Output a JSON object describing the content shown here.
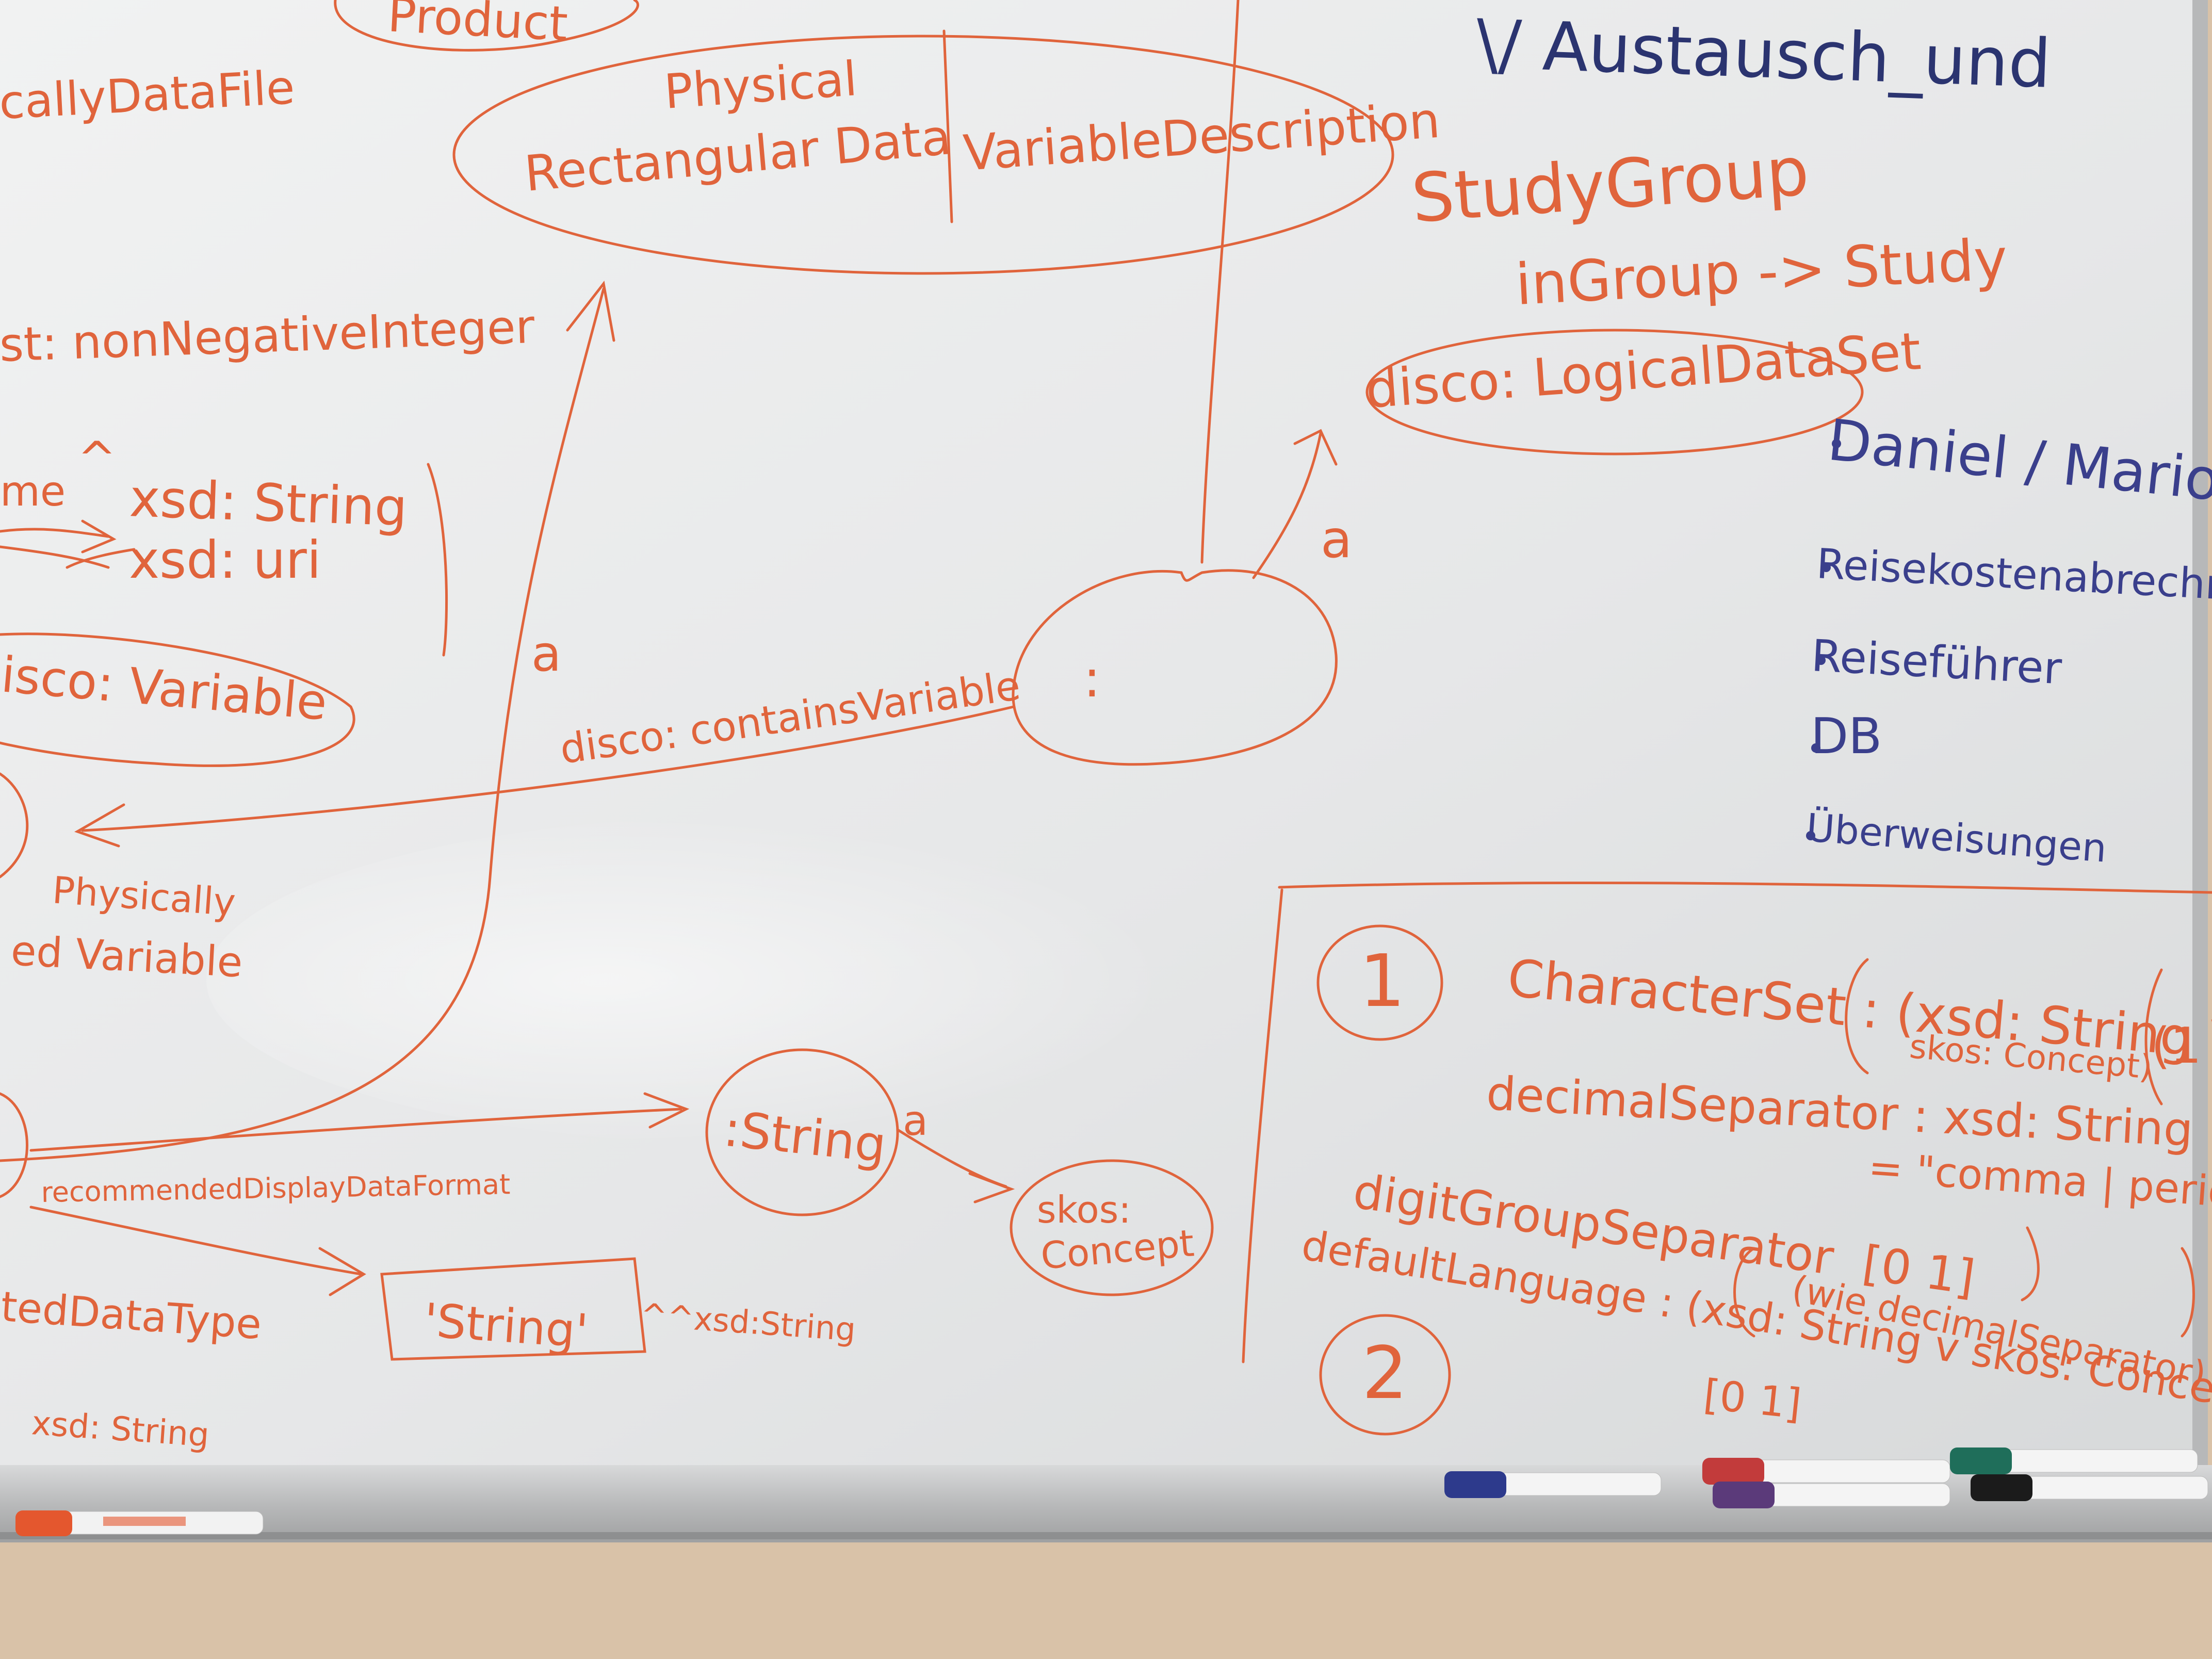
{
  "colors": {
    "board": "#e9eaea",
    "ink_orange": "#e0643c",
    "ink_blue": "#3a3f8c",
    "wall": "#d9c2a8",
    "tray": "#c9cacb"
  },
  "whiteboard": {
    "top_partial": "Product",
    "top_right_partial": "\\/ Austausch_und",
    "left_partial": {
      "datafile": "callyDataFile",
      "nonneg": "st: nonNegativeInteger",
      "name": "me",
      "caret": "^",
      "xsd_string": "xsd: String",
      "xsd_uri": "xsd: uri",
      "variable": "isco: Variable",
      "physically_1": "Physically",
      "physically_2": "ed Variable",
      "datatype": "tedDataType",
      "xsd_string_bottom": "xsd: String"
    },
    "physical_box": {
      "line1": "Physical",
      "line2": "Rectangular Data",
      "line3": "VariableDescription"
    },
    "arrow_label_a1": "a",
    "arrow_label_a2": "a",
    "arrow_label_a3": "a",
    "blank_node": ":",
    "contains_variable": "disco: containsVariable",
    "study_group": "StudyGroup",
    "in_group": "inGroup -> Study",
    "logical_dataset": "disco: LogicalDataSet",
    "display_format": "recommendedDisplayDataFormat",
    "string_node": ":String",
    "skos_concept_1": "skos:",
    "skos_concept_2": "Concept",
    "string_literal": "'String'",
    "xsd_suffix": "^^xsd:String",
    "todo_list": [
      "Daniel / Mario",
      "Reisekostenabrechnung",
      "Reiseführer",
      "DB",
      "Überweisungen"
    ],
    "constraints": {
      "num1": "1",
      "num2": "2",
      "character_set": "CharacterSet : (xsd: String V",
      "character_set_2": "skos: Concept)",
      "decimal_separator": "decimalSeparator : xsd: String",
      "decimal_values": "= \"comma | period\"",
      "digit_group": "digitGroupSeparator  [0 1]",
      "default_language": "defaultLanguage : (xsd: String v skos: Concept)",
      "like_decimal": "(wie decimalSeparator)",
      "card": "[0 1]",
      "bracket_right": "(1"
    }
  },
  "markers": [
    {
      "name": "orange-marker",
      "color": "#e4572e"
    },
    {
      "name": "blue-marker",
      "color": "#2d3a8c"
    },
    {
      "name": "red-marker",
      "color": "#c23b3b"
    },
    {
      "name": "purple-marker",
      "color": "#5b3a7a"
    },
    {
      "name": "green-marker",
      "color": "#1f6e5a"
    },
    {
      "name": "black-marker",
      "color": "#1b1b1b"
    }
  ]
}
